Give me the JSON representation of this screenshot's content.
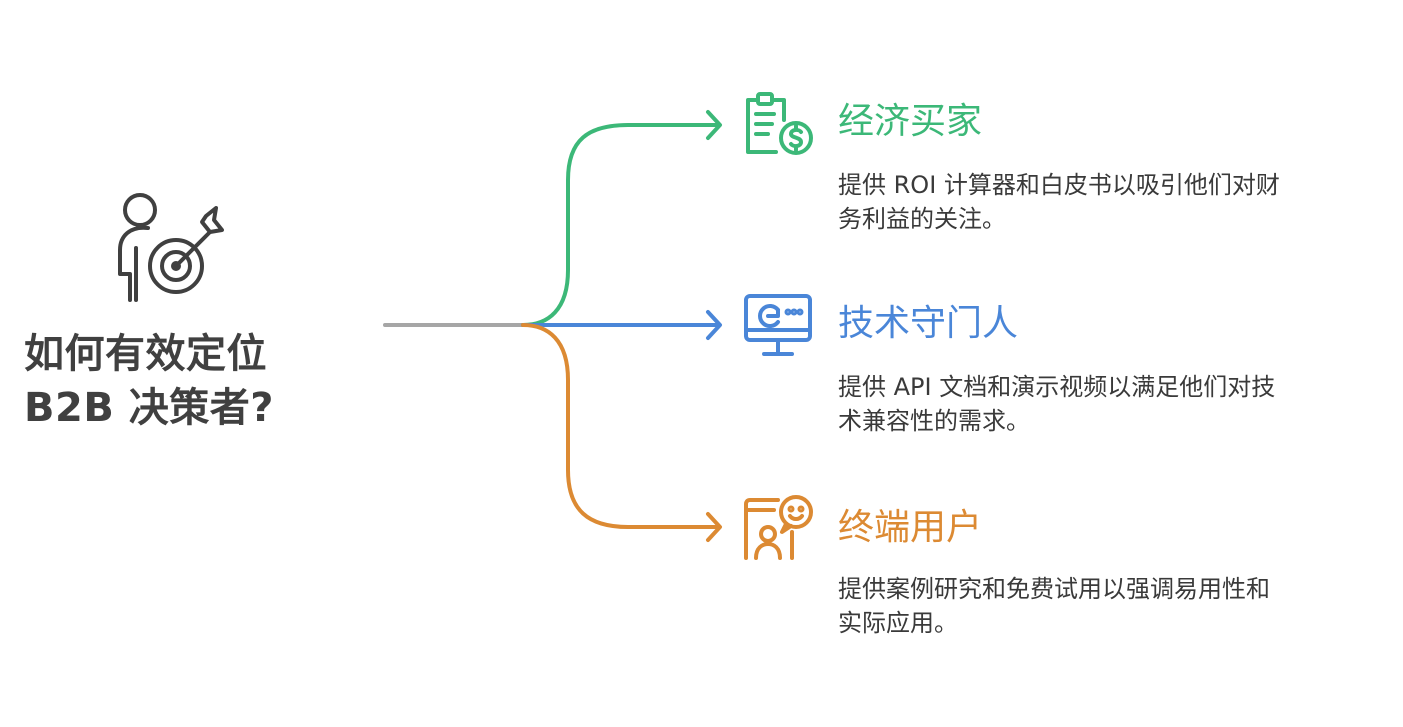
{
  "title": {
    "line1": "如何有效定位",
    "line2": "B2B 决策者?"
  },
  "colors": {
    "trunk": "#a6a6a6",
    "title": "#404040",
    "green": "#3cb878",
    "blue": "#4a86d8",
    "orange": "#dc8a33",
    "text": "#3a3a3a"
  },
  "branches": [
    {
      "title": "经济买家",
      "desc_line1": "提供 ROI 计算器和白皮书以吸引他们对财",
      "desc_line2": "务利益的关注。",
      "icon": "clipboard-dollar-icon"
    },
    {
      "title": "技术守门人",
      "desc_line1": "提供 API 文档和演示视频以满足他们对技",
      "desc_line2": "术兼容性的需求。",
      "icon": "monitor-chart-icon"
    },
    {
      "title": "终端用户",
      "desc_line1": "提供案例研究和免费试用以强调易用性和",
      "desc_line2": "实际应用。",
      "icon": "user-smile-screen-icon"
    }
  ],
  "central_icon": "person-target-icon"
}
